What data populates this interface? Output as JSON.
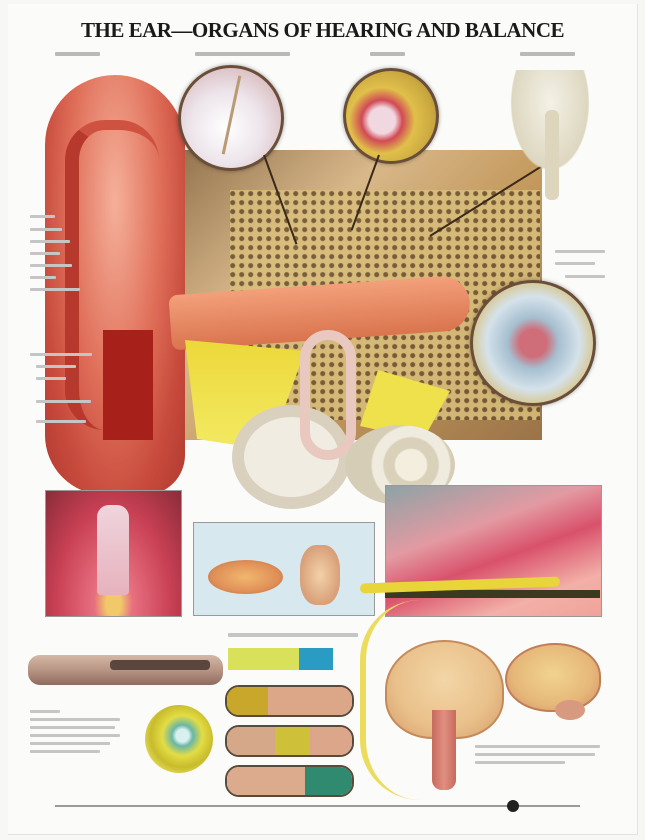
{
  "poster": {
    "title": "THE EAR—ORGANS OF HEARING AND BALANCE",
    "panels": [
      {
        "id": "external-ear",
        "description": "External ear (auricle) cross-section"
      },
      {
        "id": "tympanic-membrane-inset",
        "description": "Circular inset of tympanic membrane"
      },
      {
        "id": "middle-ear-inset",
        "description": "Circular inset of middle ear ossicles"
      },
      {
        "id": "ossicles-illustration",
        "description": "Isolated auditory ossicles"
      },
      {
        "id": "cochlea-cross-section-inset",
        "description": "Circular inset of cochlear duct"
      },
      {
        "id": "inner-ear-labyrinth",
        "description": "Bony labyrinth / cochlea and semicircular canals"
      },
      {
        "id": "eustachian-panel",
        "description": "Pink tissue cross-section panel"
      },
      {
        "id": "vestibule-panel",
        "description": "Light-blue panel with two sensory organ illustrations"
      },
      {
        "id": "organ-of-corti-panel",
        "description": "Organ of Corti detail"
      },
      {
        "id": "nerve-fiber-illustration",
        "description": "Auditory nerve fiber illustration"
      },
      {
        "id": "hearing-loss-chart",
        "description": "Colored horizontal bars (frequency/hearing chart)"
      },
      {
        "id": "nerve-cross-section",
        "description": "Yellow/green nerve cross-section"
      },
      {
        "id": "brain-coronal",
        "description": "Brain coronal section with brainstem"
      },
      {
        "id": "brain-sagittal",
        "description": "Brain sagittal view"
      }
    ],
    "colors": {
      "title": "#1a1a1a",
      "skin": "#e07a5f",
      "bone": "#c9a45c",
      "cartilage": "#e9d8c6",
      "nerve": "#e6d21f",
      "tissue_pink": "#d95f73",
      "panel_blue": "#d7e8ef",
      "background": "#fbfbf9"
    }
  }
}
